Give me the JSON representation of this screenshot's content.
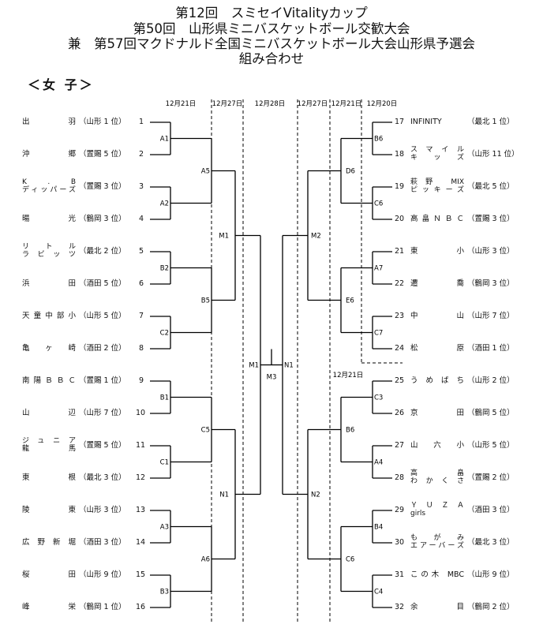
{
  "header": {
    "line1": "第12回　スミセイVitalityカップ",
    "line2": "第50回　山形県ミニバスケットボール交歓大会",
    "line3": "兼　第57回マクドナルド全国ミニバスケットボール大会山形県予選会",
    "line4": "組み合わせ"
  },
  "division": "＜女 子＞",
  "dates": {
    "left": [
      "12月21日",
      "12月27日",
      "12月28日",
      "12月27日",
      "12月21日",
      "12月20日"
    ],
    "right_bottom": "12月21日"
  },
  "left_teams": [
    {
      "seed": "1",
      "name": "出　羽",
      "region": "（山形 1 位）"
    },
    {
      "seed": "2",
      "name": "沖　郷",
      "region": "（置賜 5 位）"
    },
    {
      "seed": "3",
      "name": "K . B\nディッパーズ",
      "region": "（置賜 3 位）"
    },
    {
      "seed": "4",
      "name": "暘　光",
      "region": "（鶴岡 3 位）"
    },
    {
      "seed": "5",
      "name": "リトル\nラビッツ",
      "region": "（最北 2 位）"
    },
    {
      "seed": "6",
      "name": "浜　田",
      "region": "（酒田 5 位）"
    },
    {
      "seed": "7",
      "name": "天童中部小",
      "region": "（山形 5 位）"
    },
    {
      "seed": "8",
      "name": "亀 ヶ 崎",
      "region": "（酒田 2 位）"
    },
    {
      "seed": "9",
      "name": "南陽ＢＢＣ",
      "region": "（置賜 1 位）"
    },
    {
      "seed": "10",
      "name": "山　辺",
      "region": "（山形 7 位）"
    },
    {
      "seed": "11",
      "name": "ジュニア\n龍　馬",
      "region": "（置賜 5 位）"
    },
    {
      "seed": "12",
      "name": "東　根",
      "region": "（最北 3 位）"
    },
    {
      "seed": "13",
      "name": "陵　東",
      "region": "（山形 3 位）"
    },
    {
      "seed": "14",
      "name": "広野新堀",
      "region": "（酒田 3 位）"
    },
    {
      "seed": "15",
      "name": "桜　田",
      "region": "（山形 9 位）"
    },
    {
      "seed": "16",
      "name": "峰　栄",
      "region": "（鶴岡 1 位）"
    }
  ],
  "right_teams": [
    {
      "seed": "17",
      "name": "INFINITY",
      "region": "（最北 1 位）"
    },
    {
      "seed": "18",
      "name": "スマイル\nキッズ",
      "region": "（山形 11 位）"
    },
    {
      "seed": "19",
      "name": "萩野 MIX\nピッキーズ",
      "region": "（最北 5 位）"
    },
    {
      "seed": "20",
      "name": "高畠ＮＢＣ",
      "region": "（置賜 3 位）"
    },
    {
      "seed": "21",
      "name": "東　小",
      "region": "（山形 3 位）"
    },
    {
      "seed": "22",
      "name": "遷　喬",
      "region": "（鶴岡 3 位）"
    },
    {
      "seed": "23",
      "name": "中　山",
      "region": "（山形 7 位）"
    },
    {
      "seed": "24",
      "name": "松　原",
      "region": "（酒田 1 位）"
    },
    {
      "seed": "25",
      "name": "うめばち",
      "region": "（山形 2 位）"
    },
    {
      "seed": "26",
      "name": "京　田",
      "region": "（鶴岡 5 位）"
    },
    {
      "seed": "27",
      "name": "山 六 小",
      "region": "（山形 5 位）"
    },
    {
      "seed": "28",
      "name": "高　畠\nわかくさ",
      "region": "（置賜 2 位）"
    },
    {
      "seed": "29",
      "name": "ＹＵＺＡ\ngirls",
      "region": "（酒田 3 位）"
    },
    {
      "seed": "30",
      "name": "もがみ\nエアーバーズ",
      "region": "（最北 3 位）"
    },
    {
      "seed": "31",
      "name": "この木 MBC",
      "region": "（山形 9 位）"
    },
    {
      "seed": "32",
      "name": "余　目",
      "region": "（鶴岡 2 位）"
    }
  ],
  "match_labels": {
    "r1_left": [
      "A1",
      "A2",
      "B2",
      "C2",
      "B1",
      "C1",
      "A3",
      "B3"
    ],
    "r2_left": [
      "A5",
      "B5",
      "C5",
      "A6"
    ],
    "r3_left": [
      "M1",
      "N1"
    ],
    "r1_right": [
      "B6",
      "C6",
      "A7",
      "C7",
      "C3",
      "A4",
      "B4",
      "C4"
    ],
    "r2_right": [
      "D6",
      "E6",
      "B6",
      "C6"
    ],
    "r3_right": [
      "M2",
      "N2"
    ],
    "semi": [
      "M1",
      "M3",
      "N1"
    ]
  }
}
